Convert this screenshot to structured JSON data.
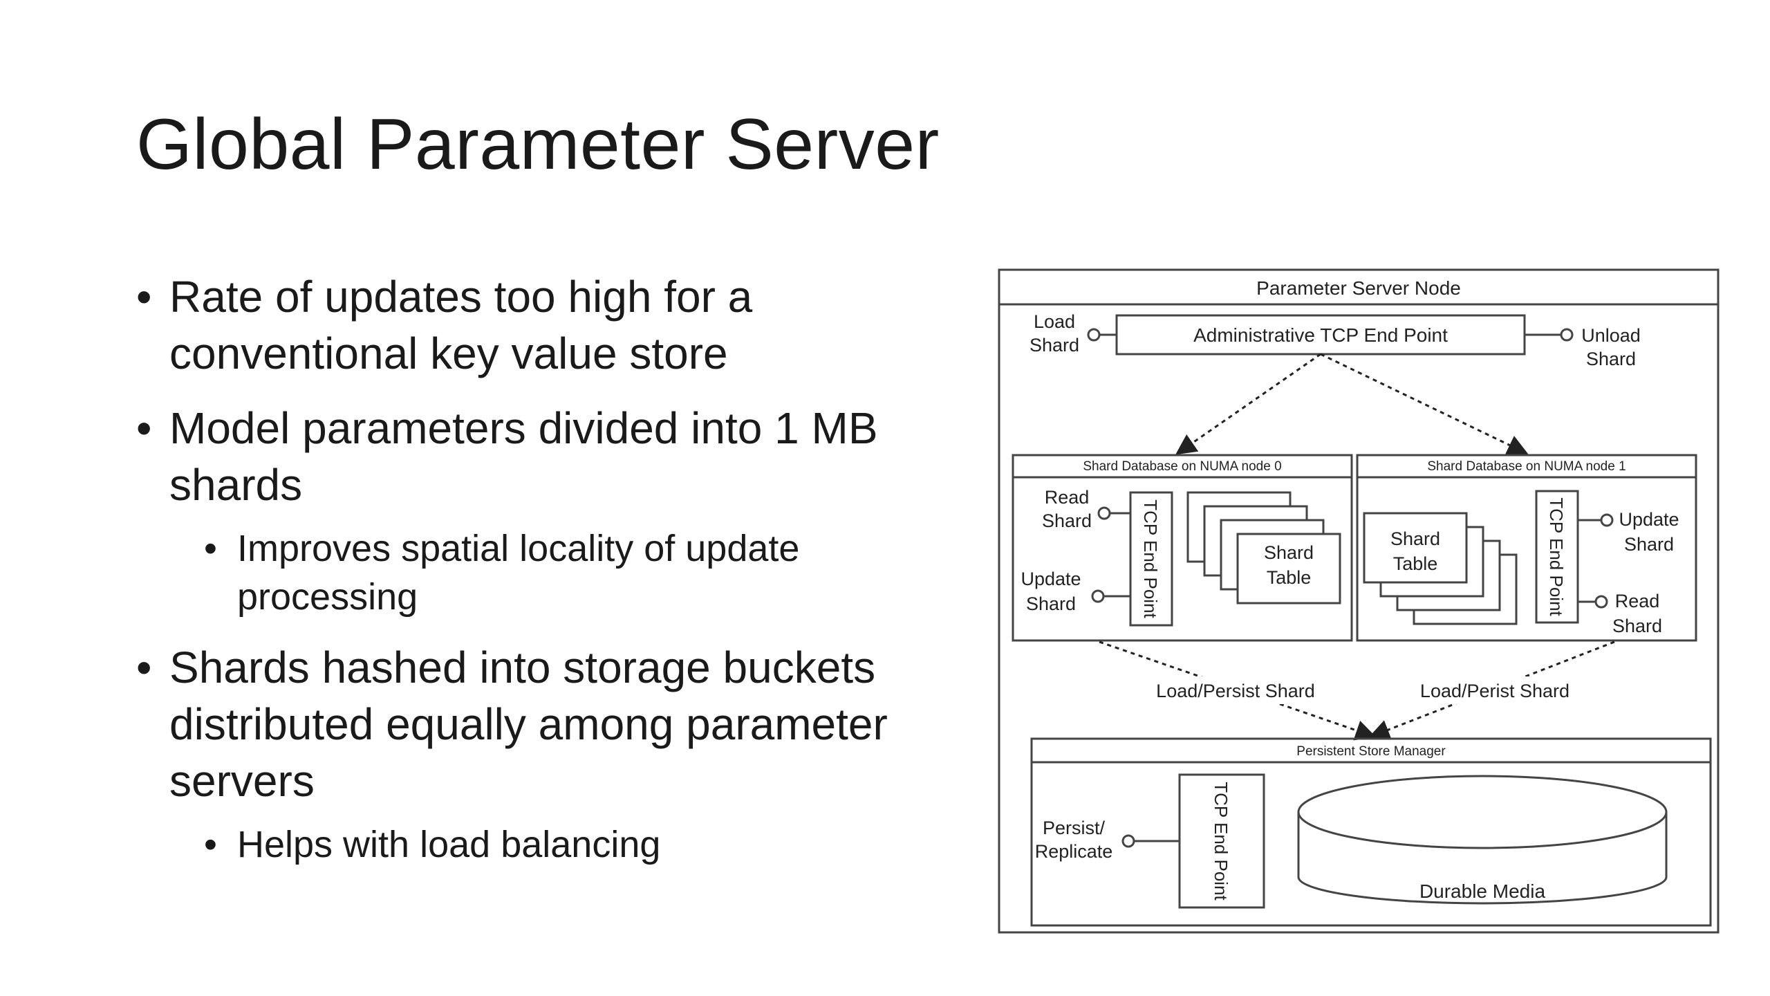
{
  "slide": {
    "title": "Global Parameter Server",
    "bullets": [
      {
        "text": "Rate of updates too high for a conventional key value store",
        "lines": [
          "Rate of updates too high for a",
          "conventional key value store"
        ]
      },
      {
        "text": "Model parameters divided into 1 MB shards",
        "lines": [
          "Model parameters divided into 1 MB",
          "shards"
        ],
        "sub": [
          {
            "lines": [
              "Improves spatial locality of update",
              "processing"
            ]
          }
        ]
      },
      {
        "text": "Shards hashed into storage buckets distributed equally among parameter servers",
        "lines": [
          "Shards hashed into storage buckets",
          "distributed equally among parameter",
          "servers"
        ],
        "sub": [
          {
            "lines": [
              "Helps with load balancing"
            ]
          }
        ]
      }
    ]
  },
  "diagram": {
    "node_title": "Parameter Server Node",
    "admin_endpoint": "Administrative TCP End Point",
    "load_shard": [
      "Load",
      "Shard"
    ],
    "unload_shard": [
      "Unload",
      "Shard"
    ],
    "shard_db_0": "Shard Database on NUMA node 0",
    "shard_db_1": "Shard Database on NUMA node 1",
    "read_shard": [
      "Read",
      "Shard"
    ],
    "update_shard": [
      "Update",
      "Shard"
    ],
    "tcp_endpoint": "TCP End Point",
    "shard_table": [
      "Shard",
      "Table"
    ],
    "load_persist_left": "Load/Persist Shard",
    "load_persist_right": "Load/Perist Shard",
    "persistent_store": "Persistent Store Manager",
    "persist_replicate": [
      "Persist/",
      "Replicate"
    ],
    "durable_media": "Durable Media"
  }
}
